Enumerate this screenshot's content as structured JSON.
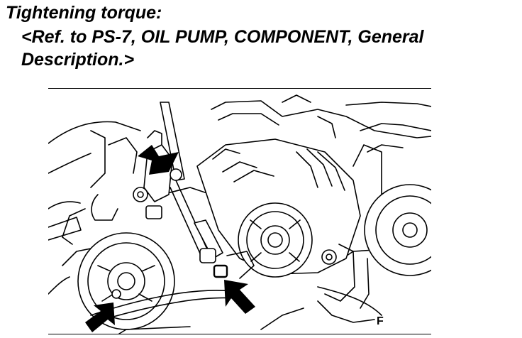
{
  "heading": "Tightening torque:",
  "reference": "<Ref. to PS-7, OIL PUMP, COMPONENT, General Description.>",
  "figure": {
    "code": "F",
    "arrows": [
      "arrow-upper-left",
      "arrow-center-bottom",
      "arrow-lower-left"
    ]
  }
}
